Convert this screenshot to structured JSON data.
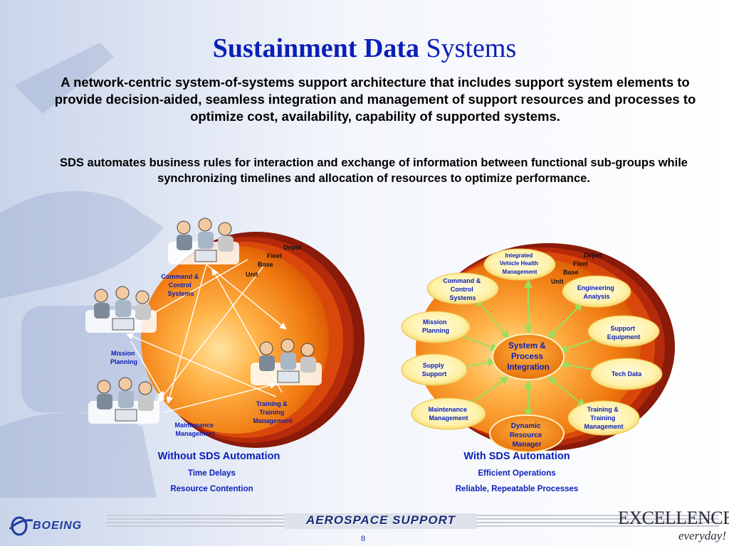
{
  "title": {
    "part1": "Sustainment Data",
    "part2": "Systems"
  },
  "intro": "A network-centric system-of-systems support architecture that includes support system elements to provide decision-aided, seamless integration and management of support resources and processes to optimize cost, availability, capability of supported systems.",
  "automation": "SDS automates business rules for interaction and exchange of information between functional sub-groups while synchronizing timelines and allocation of resources to optimize performance.",
  "left_diagram": {
    "echelons": [
      "Depot",
      "Fleet",
      "Base",
      "Unit"
    ],
    "groups": [
      {
        "label_lines": [
          "Command &",
          "Control",
          "Systems"
        ]
      },
      {
        "label_lines": [
          "Mission",
          "Planning"
        ]
      },
      {
        "label_lines": [
          "Maintenance",
          "Management"
        ]
      },
      {
        "label_lines": [
          "Training &",
          "Training",
          "Management"
        ]
      }
    ],
    "caption": "Without SDS Automation",
    "points": [
      "Time Delays",
      "Resource Contention"
    ]
  },
  "right_diagram": {
    "echelons": [
      "Depot",
      "Fleet",
      "Base",
      "Unit"
    ],
    "hub_lines": [
      "System &",
      "Process",
      "Integration"
    ],
    "nodes": [
      {
        "lines": [
          "Integrated",
          "Vehicle Health",
          "Management"
        ]
      },
      {
        "lines": [
          "Command &",
          "Control",
          "Systems"
        ]
      },
      {
        "lines": [
          "Engineering",
          "Analysis"
        ]
      },
      {
        "lines": [
          "Mission",
          "Planning"
        ]
      },
      {
        "lines": [
          "Support",
          "Equipment"
        ]
      },
      {
        "lines": [
          "Supply",
          "Support"
        ]
      },
      {
        "lines": [
          "Tech Data"
        ]
      },
      {
        "lines": [
          "Maintenance",
          "Management"
        ]
      },
      {
        "lines": [
          "Training &",
          "Training",
          "Management"
        ]
      },
      {
        "lines": [
          "Dynamic",
          "Resource",
          "Manager"
        ]
      }
    ],
    "caption": "With SDS Automation",
    "points": [
      "Efficient Operations",
      "Reliable, Repeatable Processes"
    ]
  },
  "footer": {
    "logo_text": "BOEING",
    "program": "AEROSPACE SUPPORT",
    "slogan1": "EXCELLENCE",
    "slogan2": "everyday!",
    "page": "8"
  },
  "colors": {
    "title": "#0a1fb8",
    "accent": "#e8740a",
    "ring_dark": "#8a1a0a"
  }
}
